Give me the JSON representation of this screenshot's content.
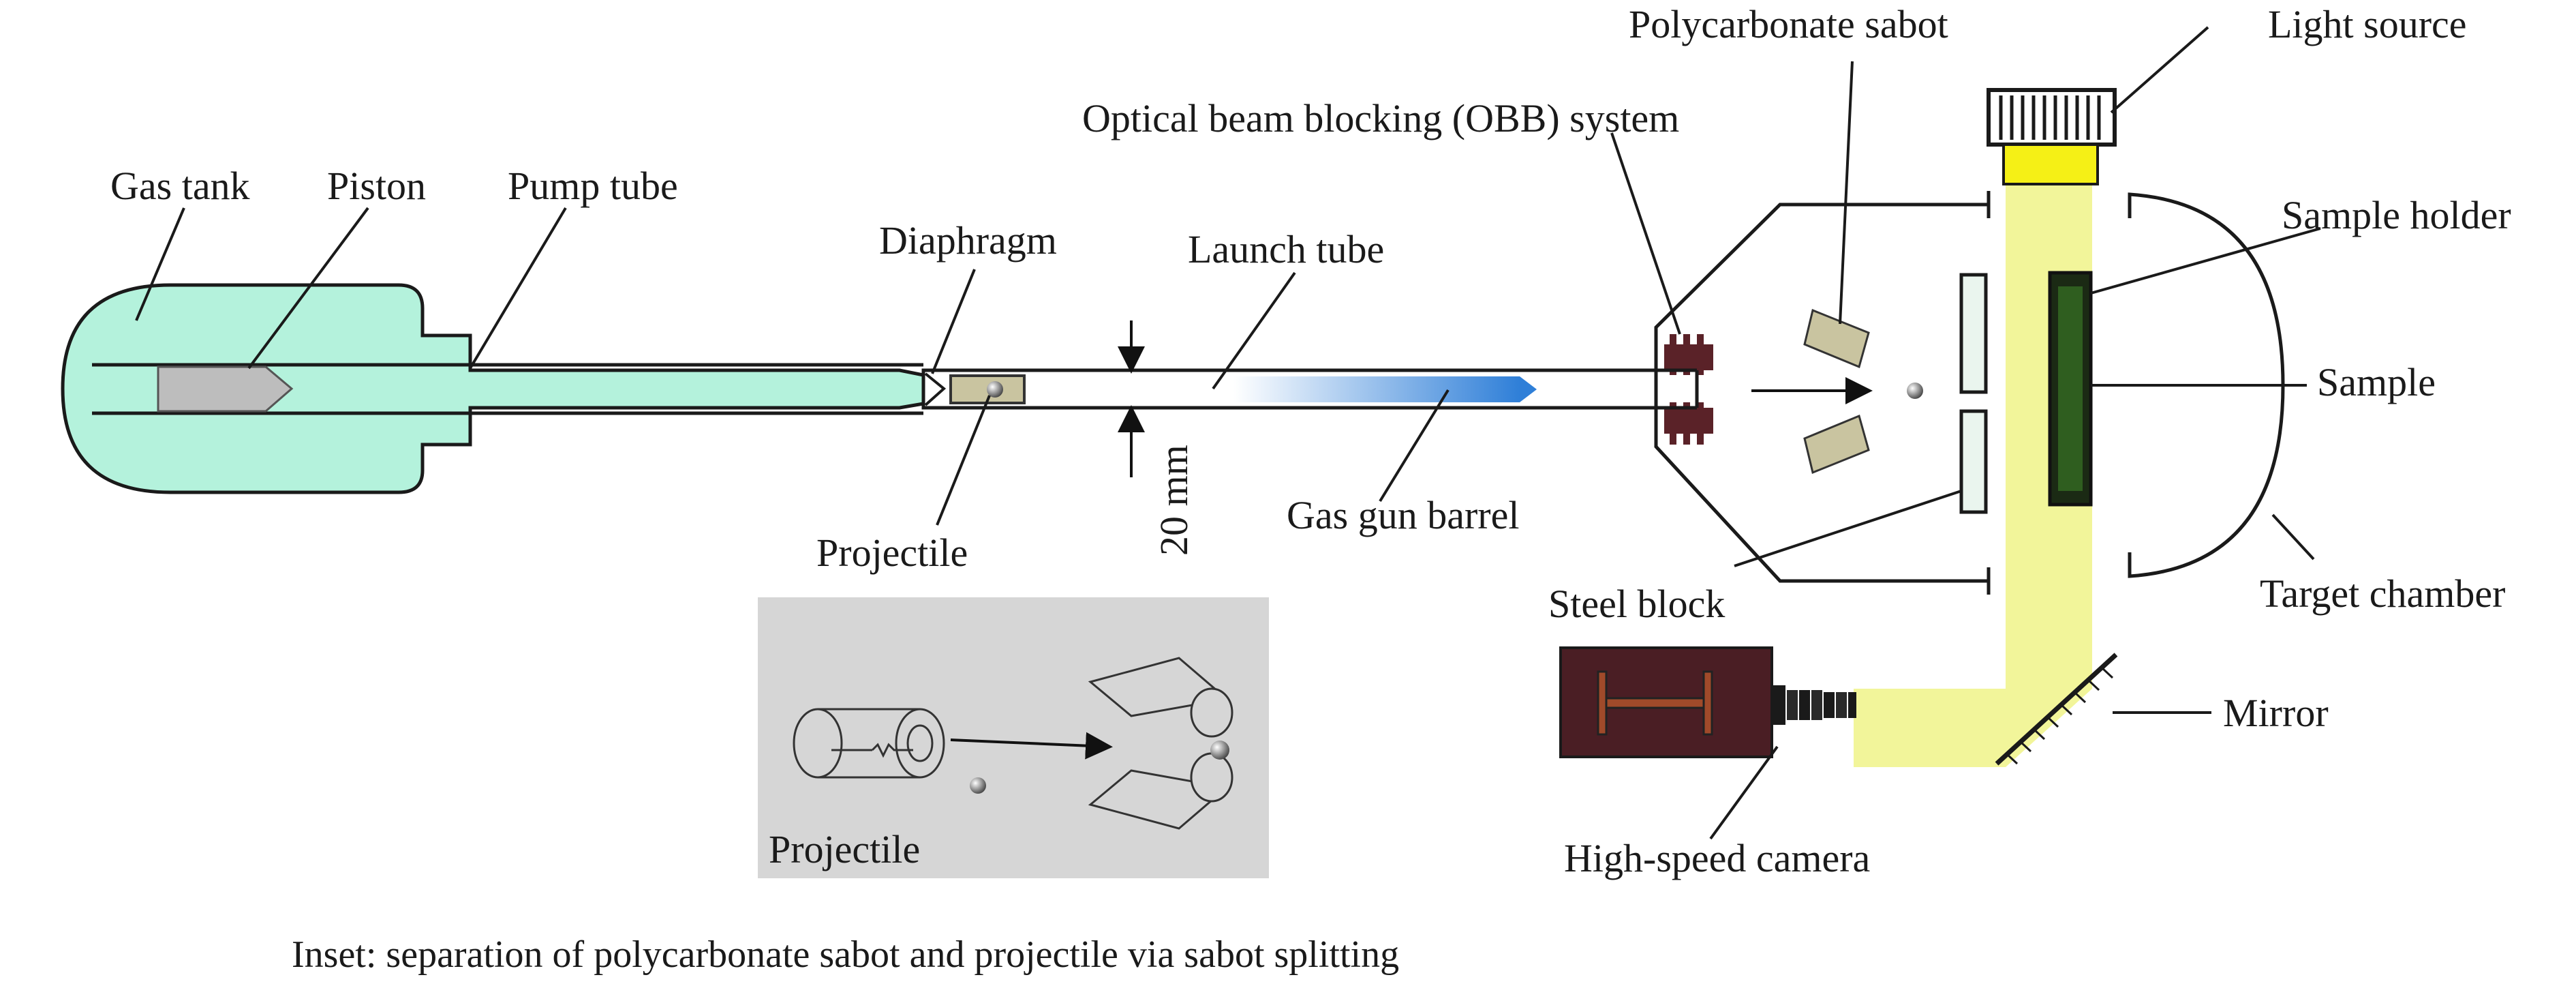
{
  "labels": {
    "gas_tank": "Gas tank",
    "piston": "Piston",
    "pump_tube": "Pump tube",
    "diaphragm": "Diaphragm",
    "launch_tube": "Launch tube",
    "projectile": "Projectile",
    "dimension": "20 mm",
    "gas_gun_barrel": "Gas gun barrel",
    "obb_system": "Optical beam blocking (OBB) system",
    "polycarbonate_sabot": "Polycarbonate sabot",
    "light_source": "Light source",
    "sample_holder": "Sample holder",
    "sample": "Sample",
    "target_chamber": "Target chamber",
    "steel_block": "Steel block",
    "mirror": "Mirror",
    "high_speed_camera": "High-speed camera"
  },
  "inset": {
    "label": "Projectile"
  },
  "caption": "Inset: separation of polycarbonate sabot and projectile via sabot splitting",
  "colors": {
    "gas": "#b4f2dc",
    "beam": "#f2f59a",
    "light_head": "#f5f016",
    "sample": "#2f5e1f",
    "camera_body": "#4a1e24",
    "camera_core": "#a04a2a",
    "obb_block": "#5a2228",
    "barrel_grad_start": "#ffffff",
    "barrel_grad_end": "#2f7fd8",
    "steel_block": "#eaf5ee",
    "inset_bg": "#d6d6d6",
    "projectile": "#c9c4a0"
  }
}
